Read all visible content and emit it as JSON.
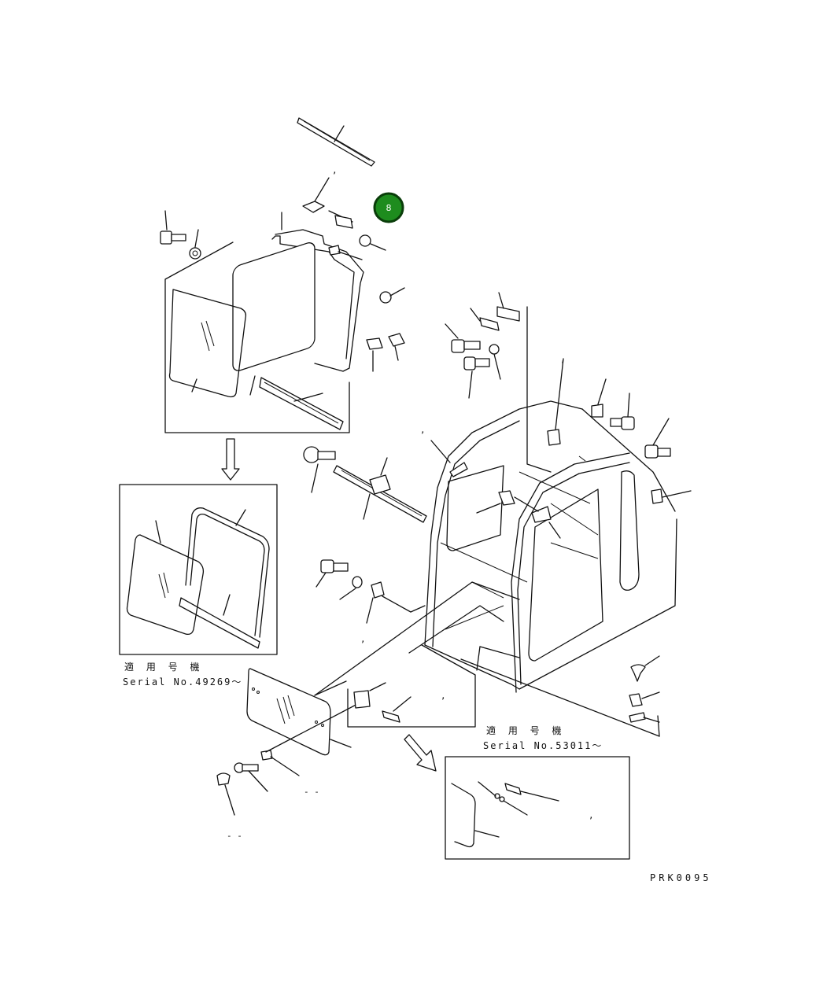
{
  "diagram": {
    "serial_note_1": {
      "label": "適 用 号 機",
      "serial": "Serial No.49269～"
    },
    "serial_note_2": {
      "label": "適 用 号 機",
      "serial": "Serial No.53011～"
    },
    "drawing_code": "PRK0095",
    "highlight_callout": "8",
    "colors": {
      "line": "#111111",
      "callout_fill": "#1e8c1e",
      "callout_ring": "#0a3d0a"
    }
  }
}
